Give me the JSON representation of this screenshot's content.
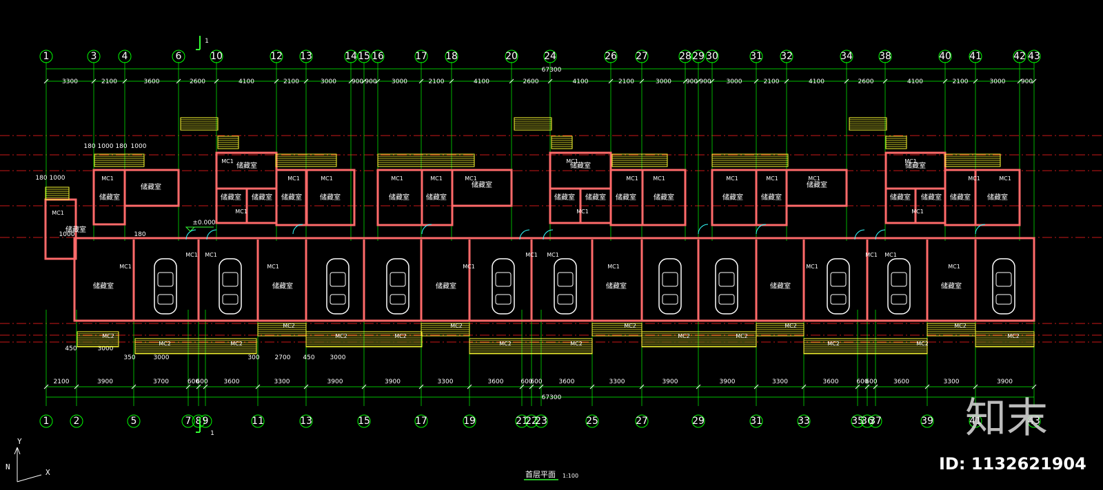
{
  "drawing": {
    "title": "首层平面",
    "scale": "1:100",
    "overall_dimension": "67300",
    "level_mark": "±0.000",
    "section_mark": "1",
    "watermark_logo": "知末",
    "watermark_id": "ID: 1132621904",
    "ucs_y": "Y",
    "ucs_n": "N",
    "ucs_x": "X"
  },
  "top_axes": [
    "1",
    "3",
    "4",
    "6",
    "10",
    "12",
    "13",
    "14",
    "15",
    "16",
    "17",
    "18",
    "20",
    "24",
    "26",
    "27",
    "28",
    "29",
    "30",
    "31",
    "32",
    "34",
    "38",
    "40",
    "41",
    "42",
    "43"
  ],
  "bottom_axes": [
    "1",
    "2",
    "5",
    "7",
    "8",
    "9",
    "11",
    "13",
    "15",
    "17",
    "19",
    "21",
    "22",
    "23",
    "25",
    "27",
    "29",
    "31",
    "33",
    "35",
    "36",
    "37",
    "39",
    "41",
    "43"
  ],
  "top_dims": [
    "3300",
    "2100",
    "3600",
    "2600",
    "4100",
    "2100",
    "3000",
    "900",
    "900",
    "3000",
    "2100",
    "4100",
    "2600",
    "4100",
    "2100",
    "3000",
    "900",
    "900",
    "3000",
    "2100",
    "4100",
    "2600",
    "4100",
    "2100",
    "3000",
    "900"
  ],
  "bottom_dims": [
    "2100",
    "3900",
    "3700",
    "600",
    "600",
    "3600",
    "3300",
    "3900",
    "3900",
    "3300",
    "3600",
    "600",
    "600",
    "3600",
    "3300",
    "3900",
    "3900",
    "3300",
    "3600",
    "600",
    "600",
    "3600",
    "3300",
    "3900"
  ],
  "misc_dims": [
    "180",
    "1000",
    "180",
    "1000",
    "180",
    "1000",
    "1000",
    "180",
    "450",
    "3000",
    "350",
    "3000",
    "300",
    "2700",
    "450",
    "3000"
  ],
  "room_labels": {
    "storage": "储藏室",
    "mc1": "MC1",
    "mc2": "MC2"
  },
  "colors": {
    "background": "#000000",
    "wall": "#ff6a6a",
    "axis": "#00ff00",
    "grid_dash": "#ff2020",
    "stair": "#ffff33",
    "door": "#33ffff",
    "car": "#ffffff"
  }
}
